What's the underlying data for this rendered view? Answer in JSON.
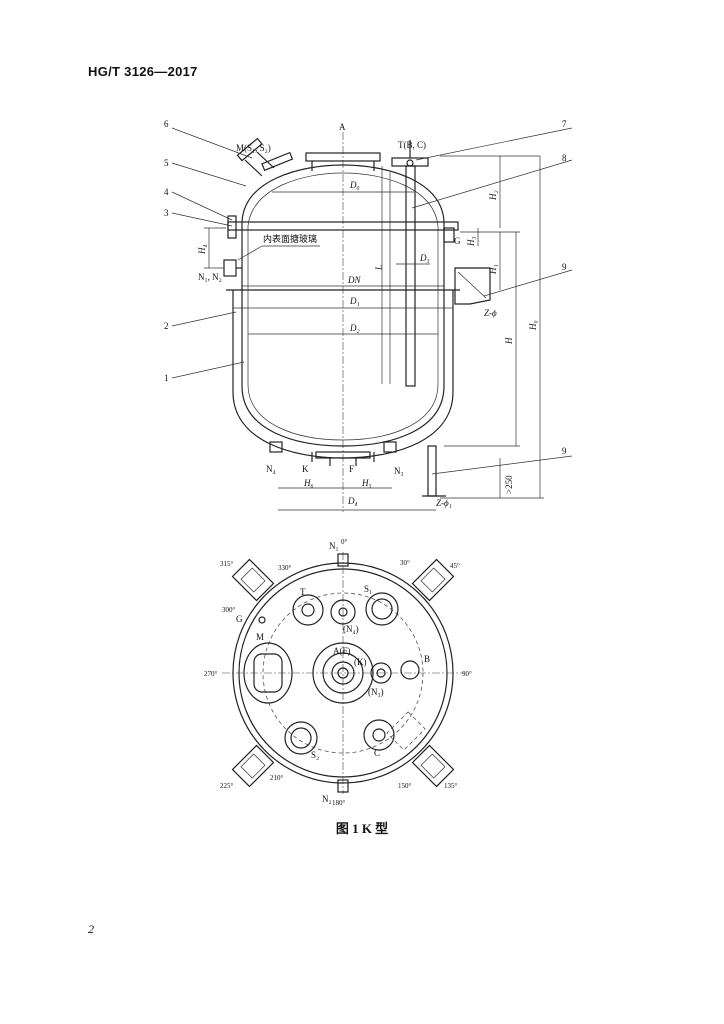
{
  "header": {
    "standard_no": "HG/T 3126—2017"
  },
  "figure_top": {
    "view_label": "A",
    "part_numbers": [
      "1",
      "2",
      "3",
      "4",
      "5",
      "6",
      "7",
      "8",
      "9",
      "9"
    ],
    "nozzle_labels": {
      "m": "M(S₁, S₂)",
      "t": "T(B, C)",
      "n1n2": "N₁, N₂",
      "g": "G",
      "n4": "N₄",
      "k": "K",
      "f": "F",
      "n3": "N₃"
    },
    "annotation": "内表面搪玻璃",
    "dims": {
      "d0": "D₀",
      "dn": "DN",
      "d1": "D₁",
      "d2": "D₂",
      "d3": "D₃",
      "d4": "D₄",
      "l": "L",
      "h": "H",
      "h0": "H₀",
      "h1": "H₁",
      "h2": "H₂",
      "h3": "H₃",
      "h4": "H₄",
      "h5": "H₅",
      "h6": "H₆",
      "gt250": ">250",
      "z_phi": "Z-ϕ",
      "z_phi1": "Z-ϕ₁"
    }
  },
  "figure_plan": {
    "angles": [
      "0°",
      "30°",
      "45°",
      "90°",
      "135°",
      "150°",
      "180°",
      "210°",
      "225°",
      "270°",
      "300°",
      "315°",
      "330°"
    ],
    "labels": {
      "n1": "N₁",
      "n2": "N₂",
      "t": "T",
      "s1": "S₁",
      "s2": "S₂",
      "m": "M",
      "g": "G",
      "n4": "(N₄)",
      "a_f": "A(F)",
      "k": "(K)",
      "n3": "(N₃)",
      "b": "B",
      "c": "C"
    }
  },
  "caption": "图 1   K 型",
  "page_number": "2"
}
